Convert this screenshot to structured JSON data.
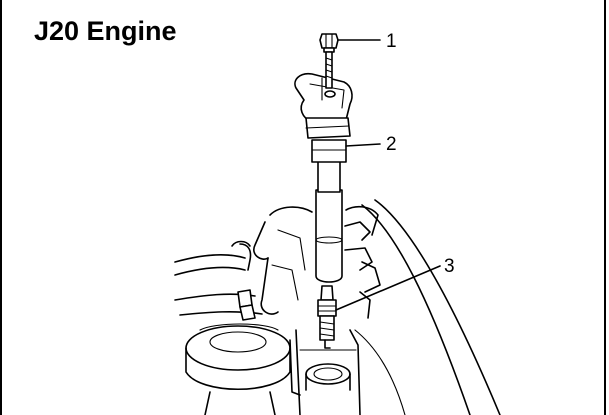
{
  "title": "J20 Engine",
  "callouts": [
    {
      "number": "1"
    },
    {
      "number": "2"
    },
    {
      "number": "3"
    }
  ]
}
